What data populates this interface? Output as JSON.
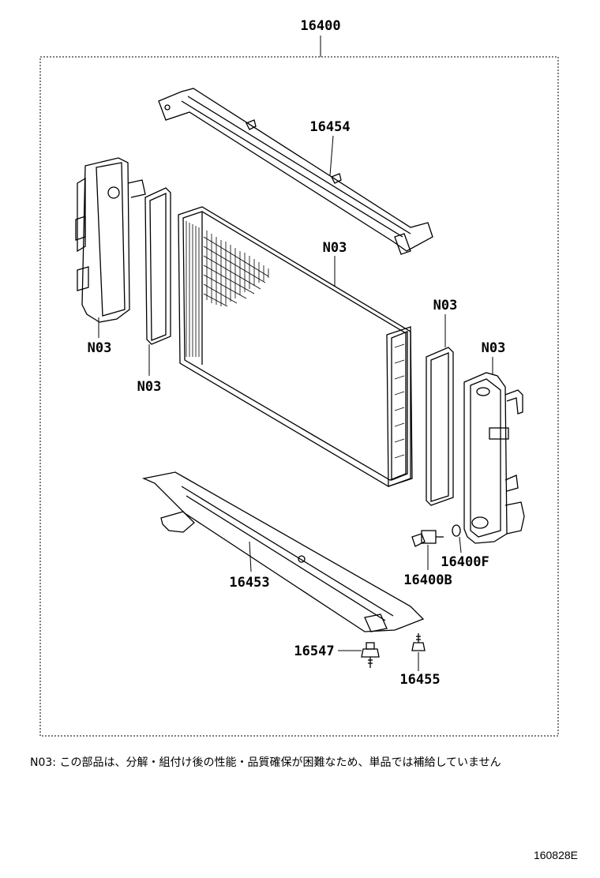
{
  "labels": {
    "assembly": "16400",
    "upper_support": "16454",
    "lower_support": "16453",
    "core": "N03",
    "left_tank": "N03",
    "left_gasket": "N03",
    "right_gasket": "N03",
    "right_tank": "N03",
    "drain_cock": "16400B",
    "drain_oring": "16400F",
    "cushion": "16547",
    "bolt": "16455"
  },
  "footnote": "N03: この部品は、分解・組付け後の性能・品質確保が困難なため、単品では補給していません",
  "drawing_code": "160828E"
}
